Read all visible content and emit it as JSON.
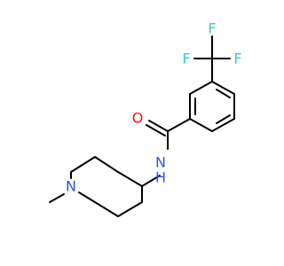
{
  "molecule": {
    "atoms": [
      {
        "id": "F1",
        "label": "F",
        "color": "#33CCCC"
      },
      {
        "id": "F2",
        "label": "F",
        "color": "#33CCCC"
      },
      {
        "id": "F3",
        "label": "F",
        "color": "#33CCCC"
      },
      {
        "id": "O",
        "label": "O",
        "color": "#FF0D0D"
      },
      {
        "id": "NH",
        "label": "N",
        "sublabel": "H",
        "color": "#3050F8"
      },
      {
        "id": "N2",
        "label": "N",
        "color": "#3050F8"
      }
    ]
  }
}
